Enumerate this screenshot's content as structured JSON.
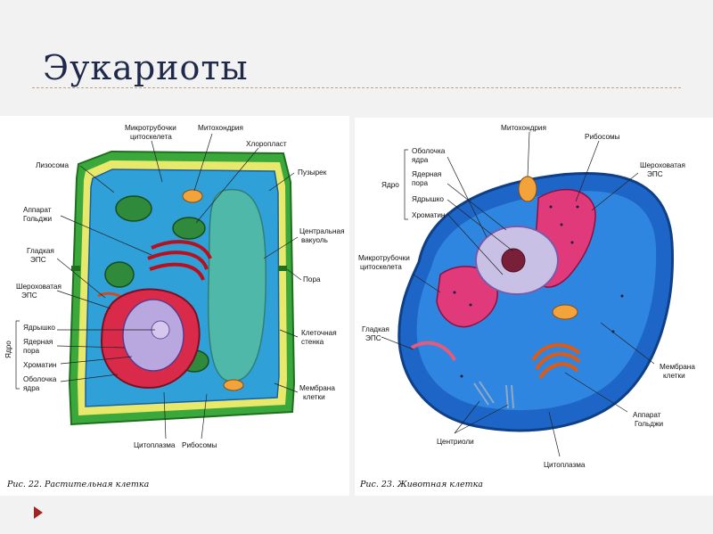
{
  "title": "Эукариоты",
  "plant": {
    "caption": "Рис. 22. Растительная клетка",
    "labels": {
      "microtubules_1": "Микротрубочки",
      "microtubules_2": "цитоскелета",
      "mitochondria": "Митохондрия",
      "chloroplast": "Хлоропласт",
      "lysosome": "Лизосома",
      "vesicle": "Пузырек",
      "golgi_1": "Аппарат",
      "golgi_2": "Гольджи",
      "central_vacuole_1": "Центральная",
      "central_vacuole_2": "вакуоль",
      "smooth_er_1": "Гладкая",
      "smooth_er_2": "ЭПС",
      "rough_er_1": "Шероховатая",
      "rough_er_2": "ЭПС",
      "pore": "Пора",
      "nucleolus": "Ядрышко",
      "nuclear_pore_1": "Ядерная",
      "nuclear_pore_2": "пора",
      "cell_wall_1": "Клеточная",
      "cell_wall_2": "стенка",
      "chromatin": "Хроматин",
      "nuclear_envelope_1": "Оболочка",
      "nuclear_envelope_2": "ядра",
      "cell_membrane_1": "Мембрана",
      "cell_membrane_2": "клетки",
      "nucleus_bracket": "Ядро",
      "cytoplasm": "Цитоплазма",
      "ribosomes": "Рибосомы"
    }
  },
  "animal": {
    "caption": "Рис. 23. Животная клетка",
    "labels": {
      "mitochondria": "Митохондрия",
      "ribosomes": "Рибосомы",
      "nuclear_envelope_1": "Оболочка",
      "nuclear_envelope_2": "ядра",
      "rough_er_1": "Шероховатая",
      "rough_er_2": "ЭПС",
      "nucleus_bracket": "Ядро",
      "nuclear_pore_1": "Ядерная",
      "nuclear_pore_2": "пора",
      "nucleolus": "Ядрышко",
      "chromatin": "Хроматин",
      "microtubules_1": "Микротрубочки",
      "microtubules_2": "цитоскелета",
      "smooth_er_1": "Гладкая",
      "smooth_er_2": "ЭПС",
      "cell_membrane_1": "Мембрана",
      "cell_membrane_2": "клетки",
      "golgi_1": "Аппарат",
      "golgi_2": "Гольджи",
      "centrioles": "Центриоли",
      "cytoplasm": "Цитоплазма"
    }
  }
}
